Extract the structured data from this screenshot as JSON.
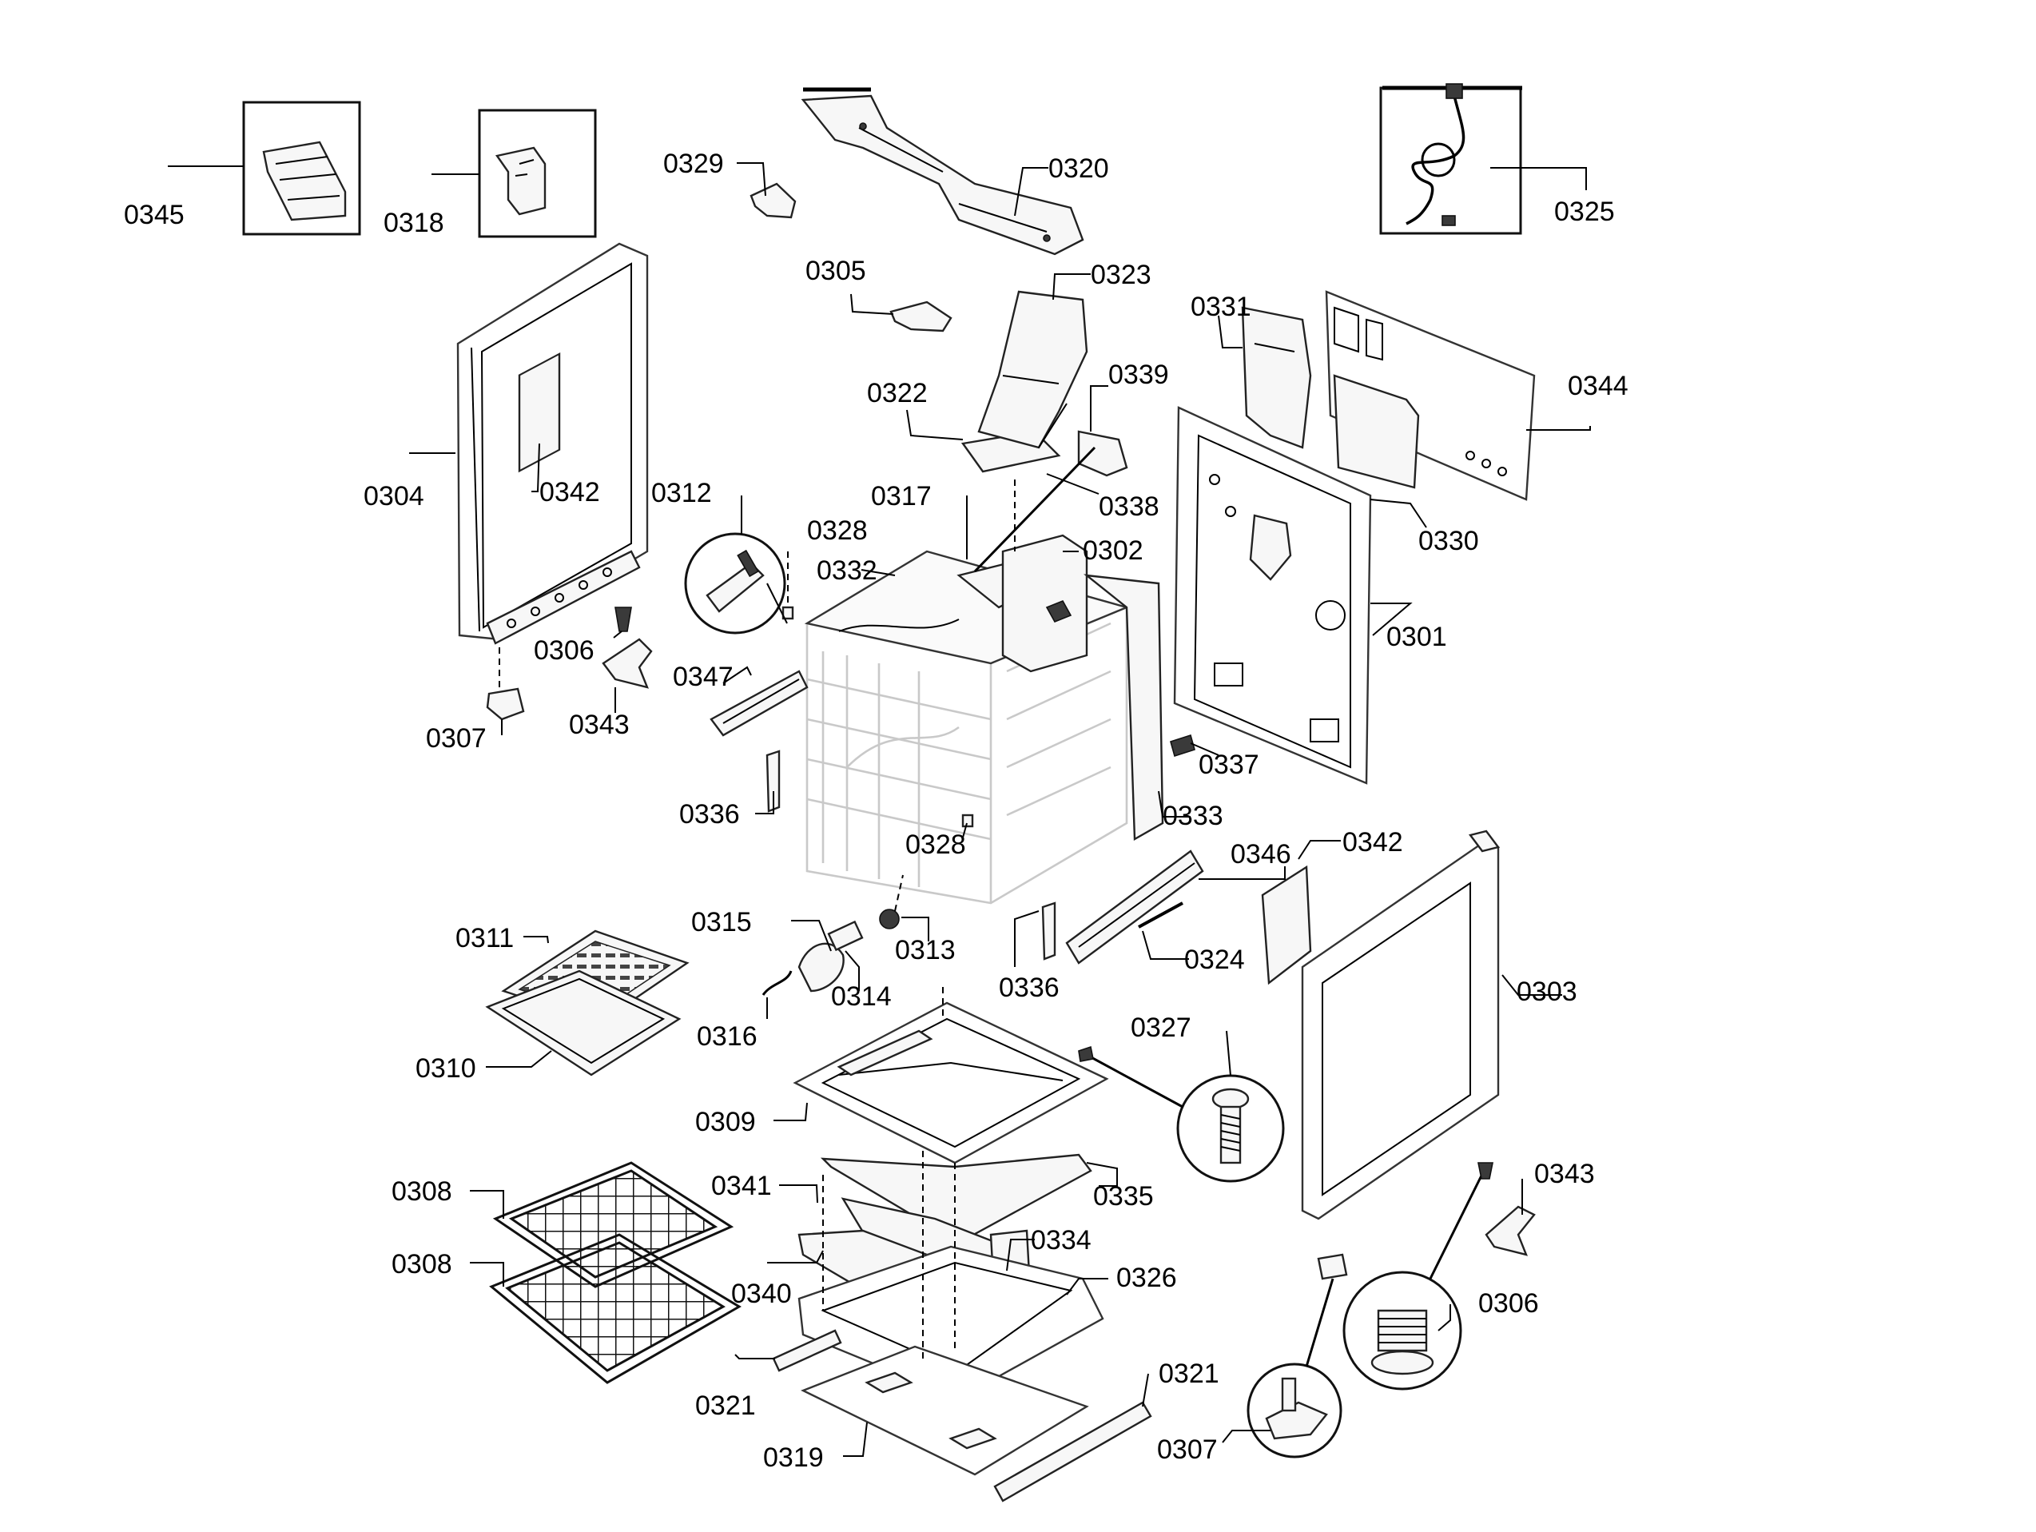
{
  "labels": {
    "l0345": "0345",
    "l0318": "0318",
    "l0329": "0329",
    "l0320": "0320",
    "l0325": "0325",
    "l0305": "0305",
    "l0323": "0323",
    "l0331": "0331",
    "l0344": "0344",
    "l0322": "0322",
    "l0339": "0339",
    "l0304": "0304",
    "l0342a": "0342",
    "l0312": "0312",
    "l0317": "0317",
    "l0338": "0338",
    "l0328a": "0328",
    "l0330": "0330",
    "l0332": "0332",
    "l0302": "0302",
    "l0306a": "0306",
    "l0301": "0301",
    "l0347": "0347",
    "l0343a": "0343",
    "l0307a": "0307",
    "l0337": "0337",
    "l0336a": "0336",
    "l0333": "0333",
    "l0328b": "0328",
    "l0346": "0346",
    "l0342b": "0342",
    "l0311": "0311",
    "l0315": "0315",
    "l0313": "0313",
    "l0324": "0324",
    "l0314": "0314",
    "l0336b": "0336",
    "l0303": "0303",
    "l0316": "0316",
    "l0310": "0310",
    "l0327": "0327",
    "l0309": "0309",
    "l0335": "0335",
    "l0343b": "0343",
    "l0308a": "0308",
    "l0341": "0341",
    "l0334": "0334",
    "l0306b": "0306",
    "l0308b": "0308",
    "l0340": "0340",
    "l0326": "0326",
    "l0321a": "0321",
    "l0321b": "0321",
    "l0319": "0319",
    "l0307b": "0307"
  }
}
